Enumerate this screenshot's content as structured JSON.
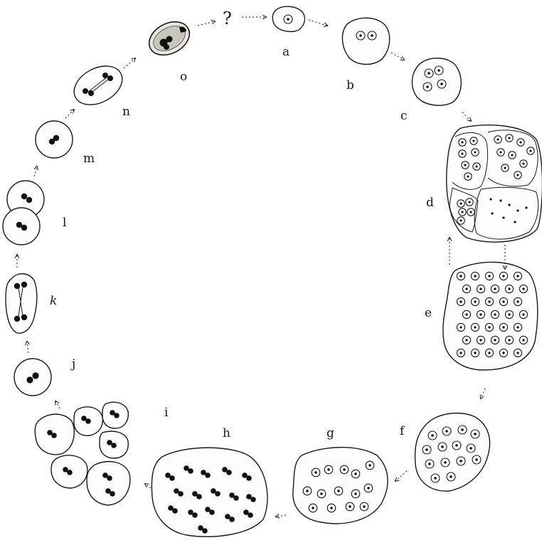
{
  "figure": {
    "question_mark": "?",
    "stages": [
      {
        "id": "a",
        "label": "a"
      },
      {
        "id": "b",
        "label": "b"
      },
      {
        "id": "c",
        "label": "c"
      },
      {
        "id": "d",
        "label": "d"
      },
      {
        "id": "e",
        "label": "e"
      },
      {
        "id": "f",
        "label": "f"
      },
      {
        "id": "g",
        "label": "g"
      },
      {
        "id": "h",
        "label": "h"
      },
      {
        "id": "i",
        "label": "i"
      },
      {
        "id": "j",
        "label": "j"
      },
      {
        "id": "k",
        "label": "k"
      },
      {
        "id": "l",
        "label": "l"
      },
      {
        "id": "m",
        "label": "m"
      },
      {
        "id": "n",
        "label": "n"
      },
      {
        "id": "o",
        "label": "o"
      }
    ]
  }
}
